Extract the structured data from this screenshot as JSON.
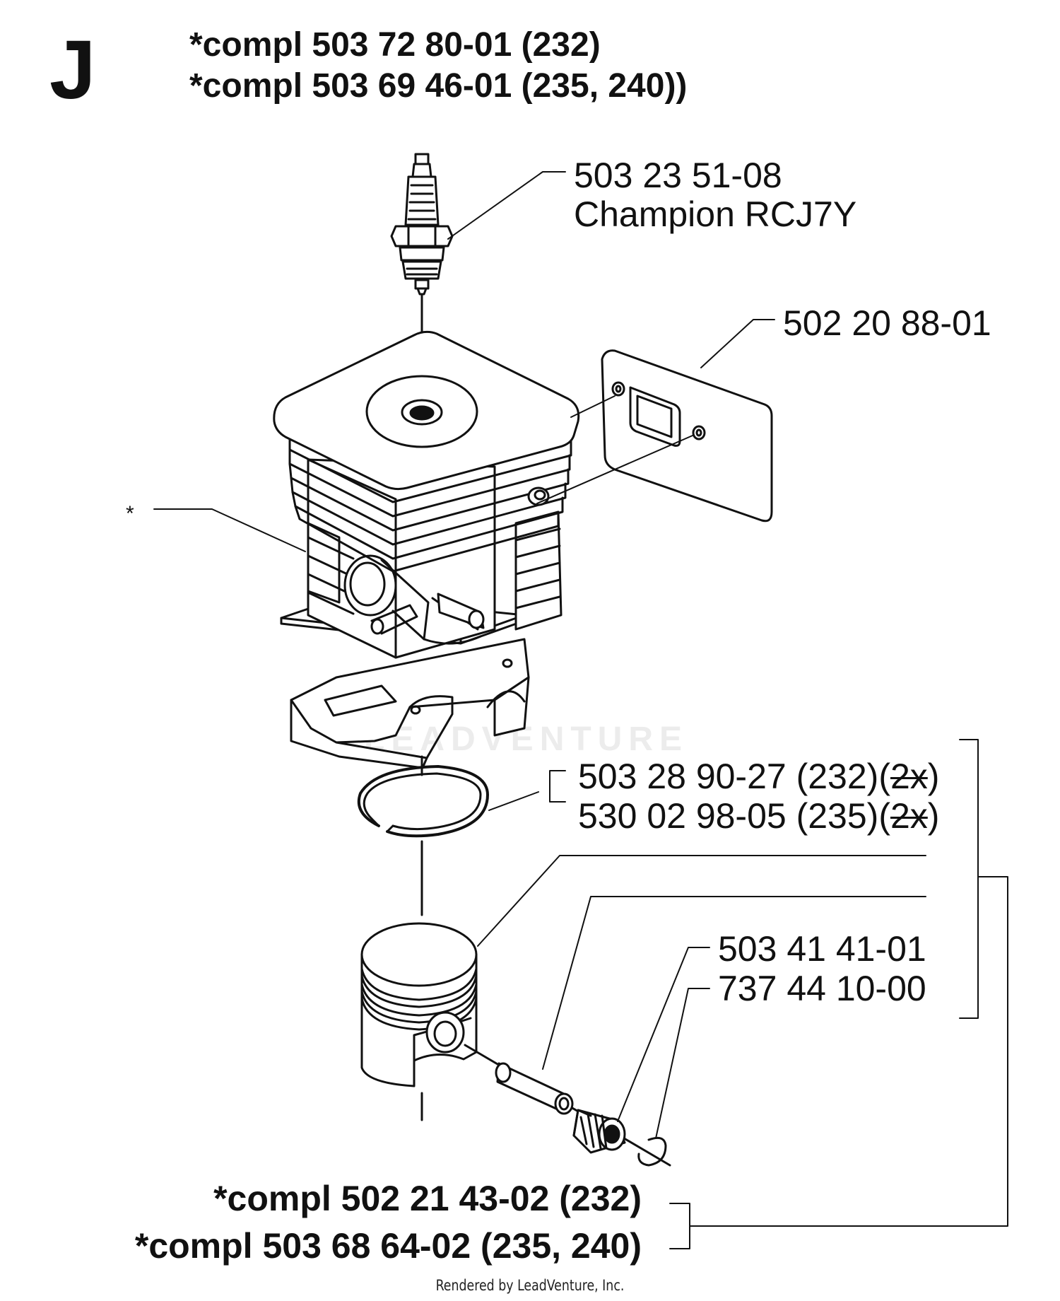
{
  "header": {
    "section_letter": "J",
    "line1": "*compl 503 72 80-01 (232)",
    "line2": "*compl 503 69 46-01 (235, 240))"
  },
  "parts": {
    "spark_plug": {
      "number": "503 23 51-08",
      "name": "Champion RCJ7Y"
    },
    "gasket": {
      "number": "502 20 88-01"
    },
    "cylinder": {
      "marker": "*"
    },
    "piston_ring": {
      "line1_main": "503 28 90-27 (232)(",
      "line1_struck": "2x",
      "line1_end": ")",
      "line2_main": "530 02 98-05 (235)(",
      "line2_struck": "2x",
      "line2_end": ")"
    },
    "bearing": {
      "number": "503 41 41-01"
    },
    "circlip": {
      "number": "737 44 10-00"
    }
  },
  "footer": {
    "line1": "*compl 502 21 43-02 (232)",
    "line2": "*compl 503 68 64-02 (235, 240)"
  },
  "watermark": "LEADVENTURE",
  "credit": "Rendered by LeadVenture, Inc."
}
